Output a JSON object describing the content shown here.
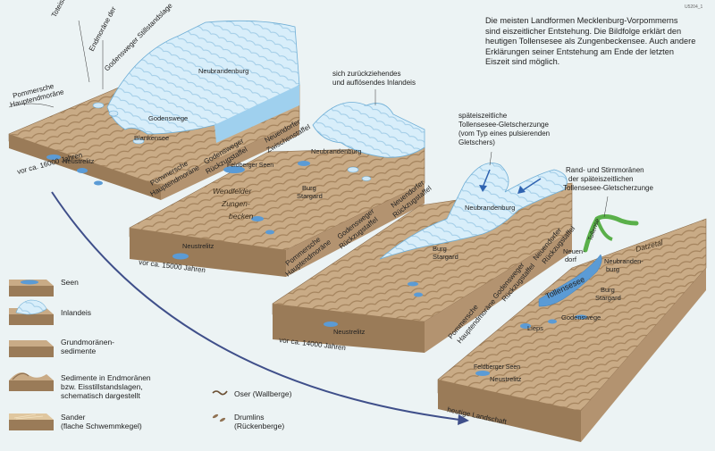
{
  "image_id": "U5204_1",
  "intro": {
    "lines": [
      "Die meisten Landformen Mecklenburg-Vorpommerns",
      "sind eiszeitlicher Entstehung. Die Bildfolge erklärt den",
      "heutigen Tollensesee als Zungenbeckensee. Auch andere",
      "Erklärungen seiner Entstehung am Ende der letzten",
      "Eiszeit sind möglich."
    ]
  },
  "blocks": {
    "b1": {
      "time": "vor ca. 16000 Jahren",
      "callouts": {
        "toteis": "Toteisblöcke",
        "endmoraene": [
          "Endmoräne der",
          "Godensweger Stillstandslage"
        ],
        "pommersche": [
          "Pommersche",
          "Hauptendmoräne"
        ]
      },
      "places": [
        "Neubrandenburg",
        "Godenswege",
        "Blankensee",
        "Neustrelitz"
      ]
    },
    "b2": {
      "time": "vor ca. 15000 Jahren",
      "callouts": {
        "eis": [
          "sich zurückziehendes",
          "und auflösendes Inlandeis"
        ],
        "pommersche": [
          "Pommersche",
          "Hauptendmoräne"
        ],
        "godensweger": [
          "Godensweger",
          "Rückzugstaffel"
        ],
        "neuendorfer": [
          "Neuendorfer",
          "Zwischenstaffel"
        ]
      },
      "places": [
        "Neubrandenburg",
        "Burg",
        "Stargard",
        "Neustrelitz",
        "Feldberger Seen"
      ],
      "basin": [
        "Wendfelder",
        "Zungen-",
        "becken"
      ]
    },
    "b3": {
      "time": "vor ca. 14000 Jahren",
      "callouts": {
        "zunge": [
          "späteiszeitliche",
          "Tollensesee-Gletscherzunge",
          "(vom Typ eines pulsierenden",
          "Gletschers)"
        ],
        "pommersche": [
          "Pommersche",
          "Hauptendmoräne"
        ],
        "godensweger": [
          "Godensweger",
          "Rückzugstaffel"
        ],
        "neuendorfer": [
          "Neuendorfer",
          "Rückzugstaffel"
        ]
      },
      "places": [
        "Neubrandenburg",
        "Burg",
        "Stargard",
        "Neustrelitz"
      ]
    },
    "b4": {
      "time": "heutige Landschaft",
      "callouts": {
        "rand": [
          "Rand- und Stirnmoränen",
          "der späteiszeitlichen",
          "Tollensesee-Gletscherzunge"
        ],
        "pommersche": [
          "Pommersche",
          "Hauptendmoräne"
        ],
        "godensweger": [
          "Godensweger",
          "Rückzugstaffel"
        ],
        "neuendorfer": [
          "Neuendorfer",
          "Rückzugstaffel"
        ]
      },
      "places": [
        "Neuen-",
        "dorf",
        "Neubranden-",
        "burg",
        "Burg",
        "Stargard",
        "Godenswege",
        "Lieps",
        "Neustrelitz",
        "Feldberger Seen",
        "Tollensesee",
        "Tollense",
        "Datzetal"
      ]
    }
  },
  "legend": {
    "items": [
      "Seen",
      "Inlandeis",
      "Grundmoränen-|sedimente",
      "Sedimente in Endmoränen|bzw. Eisstillstandslagen,|schematisch dargestellt",
      "Sander|(flache Schwemmkegel)"
    ],
    "oser": "Oser (Wallberge)",
    "drumlins": [
      "Drumlins",
      "(Rückenberge)"
    ]
  },
  "colors": {
    "terrain": "#c9ab86",
    "terrain_dark": "#9a7b58",
    "side": "#8f7152",
    "ice": "#cfe8f7",
    "ice_edge": "#79b7dc",
    "lake": "#5b9bd5",
    "moraine_green": "#5ab04a",
    "background": "#ecf3f4"
  }
}
